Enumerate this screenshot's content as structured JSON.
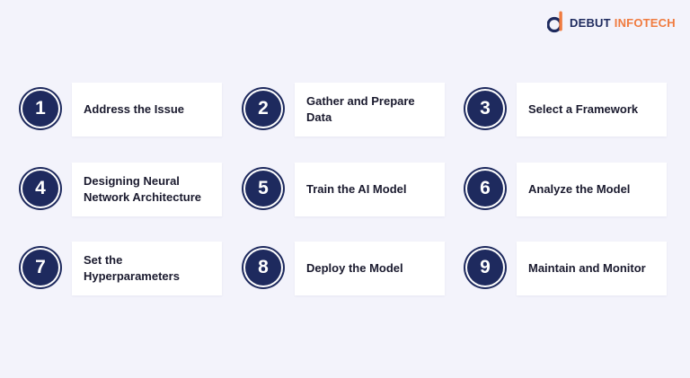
{
  "brand": {
    "word1": "DEBUT",
    "word2": "INFOTECH",
    "primary_color": "#1e2a5e",
    "accent_color": "#f07b3f"
  },
  "steps": [
    {
      "number": "1",
      "label": "Address the Issue"
    },
    {
      "number": "2",
      "label": "Gather and Prepare Data"
    },
    {
      "number": "3",
      "label": "Select a Framework"
    },
    {
      "number": "4",
      "label": "Designing Neural Network Architecture"
    },
    {
      "number": "5",
      "label": "Train the AI Model"
    },
    {
      "number": "6",
      "label": "Analyze the Model"
    },
    {
      "number": "7",
      "label": "Set the Hyperparameters"
    },
    {
      "number": "8",
      "label": "Deploy the Model"
    },
    {
      "number": "9",
      "label": "Maintain and Monitor"
    }
  ]
}
